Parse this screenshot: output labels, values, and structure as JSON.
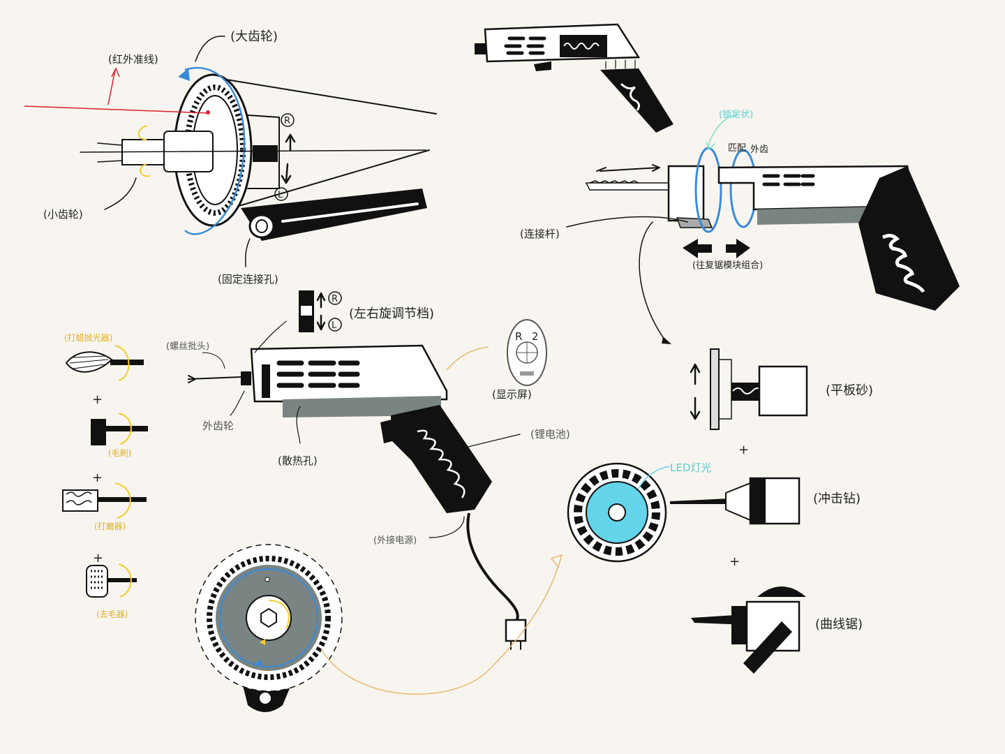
{
  "labels": {
    "big_gear": "(大齿轮)",
    "infrared": "(红外准线)",
    "small_gear": "(小齿轮)",
    "fixed_hole": "(固定连接孔)",
    "rotate_switch": "(左右旋调节档)",
    "screw_head": "(螺丝批头)",
    "outer_gear": "外齿轮",
    "heat_vent": "(散热孔)",
    "display": "(显示屏)",
    "battery": "(锂电池)",
    "ext_power": "(外接电源)",
    "polisher": "(打蜡抛光器)",
    "brush": "(毛刷)",
    "sander_head": "(打磨器)",
    "deburr": "(去毛器)",
    "lock": "(锁定状)",
    "match": "匹配",
    "outer_gear_small": "外齿",
    "link_rod": "(连接杆)",
    "module_combo": "(往复锯模块组合)",
    "flat_sander": "(平板砂)",
    "impact_drill": "(冲击钻)",
    "jigsaw": "(曲线锯)",
    "led": "LED灯光",
    "R": "R",
    "L": "L",
    "plus": "+",
    "display_R": "R",
    "display_2": "2"
  },
  "colors": {
    "paper": "#f8f5f0",
    "ink": "#111111",
    "red": "#d8202a",
    "blue": "#3a8ad8",
    "yellow": "#f2cc2a",
    "grey": "#7a8482",
    "teal": "#7fe0c8",
    "cyan": "#63d4ea",
    "orange": "#e8b870"
  }
}
